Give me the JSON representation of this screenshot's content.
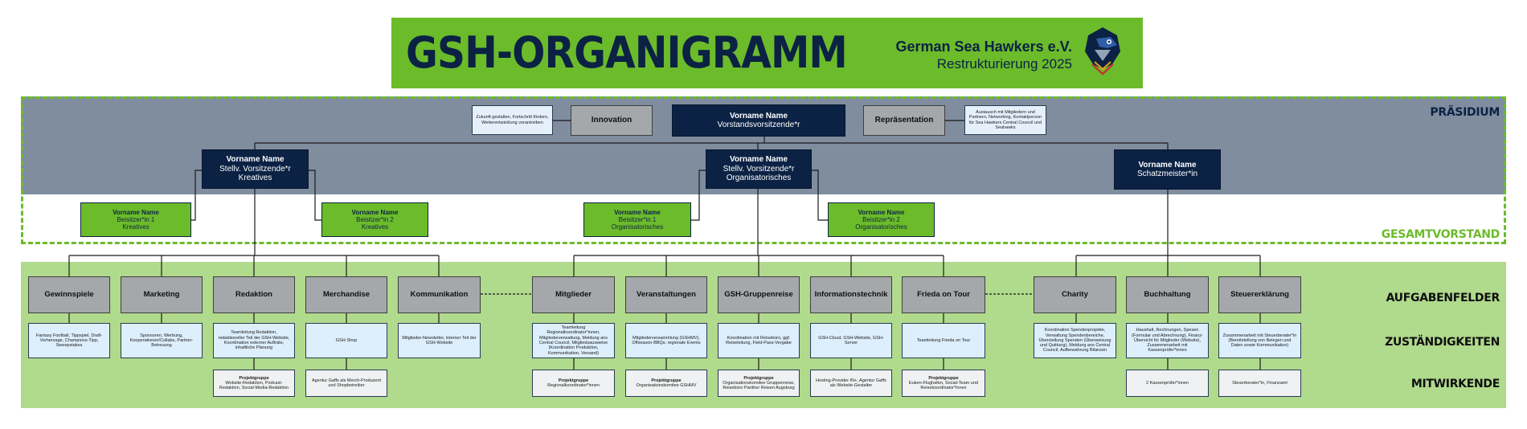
{
  "header": {
    "title": "GSH-ORGANIGRAMM",
    "org": "German Sea Hawkers e.V.",
    "subtitle": "Restrukturierung 2025",
    "logo_icon": "seahawk-logo-icon"
  },
  "sections": {
    "praesidium": "PRÄSIDIUM",
    "gesamtvorstand": "GESAMTVORSTAND",
    "aufgabenfelder": "AUFGABENFELDER",
    "zustaendigkeiten": "ZUSTÄNDIGKEITEN",
    "mitwirkende": "MITWIRKENDE"
  },
  "board": {
    "chair": {
      "name": "Vorname Name",
      "role": "Vorstandsvorsitzende*r"
    },
    "innovation": {
      "label": "Innovation",
      "note": "Zukunft gestalten, Fortschritt fördern, Weiterentwicklung vorantreiben"
    },
    "repraesentation": {
      "label": "Repräsentation",
      "note": "Austausch mit Mitgliedern und Partnern, Networking, Kontaktperson für Sea Hawkers Central Council und Seahawks"
    },
    "vice1": {
      "name": "Vorname Name",
      "role": "Stellv. Vorsitzende*r",
      "area": "Kreatives"
    },
    "vice2": {
      "name": "Vorname Name",
      "role": "Stellv. Vorsitzende*r",
      "area": "Organisatorisches"
    },
    "treasurer": {
      "name": "Vorname Name",
      "role": "Schatzmeister*in"
    }
  },
  "assessors": [
    {
      "name": "Vorname Name",
      "role": "Beisitzer*in 1",
      "area": "Kreatives"
    },
    {
      "name": "Vorname Name",
      "role": "Beisitzer*in 2",
      "area": "Kreatives"
    },
    {
      "name": "Vorname Name",
      "role": "Beisitzer*in 1",
      "area": "Organisatorisches"
    },
    {
      "name": "Vorname Name",
      "role": "Beisitzer*in 2",
      "area": "Organisatorisches"
    }
  ],
  "tasks": [
    {
      "label": "Gewinnspiele",
      "resp": "Fantasy Football, Tippspiel, Draft-Vorhersage, Champions-Tipp, Sweepstakes"
    },
    {
      "label": "Marketing",
      "resp": "Sponsoren, Werbung, Kooperationen/Collabs, Partner-Betreuung"
    },
    {
      "label": "Redaktion",
      "resp": "Teamleitung Redaktion, redaktioneller Teil der GSH-Website, Koordination externer Aufträte, inhaltliche Planung",
      "contrib_title": "Projektgruppe",
      "contrib": "Website-Redaktion, Podcast-Redaktion, Social-Media-Redaktion"
    },
    {
      "label": "Merchandise",
      "resp": "GSH-Shop",
      "contrib": "Agentur Gaffs als Merch-Produzent und Shopbetreiber"
    },
    {
      "label": "Kommunikation",
      "resp": "Mitglieder-Newsletter, interner Teil der GSH-Website"
    },
    {
      "label": "Mitglieder",
      "resp": "Teamleitung Regionalkoordinator*innen, Mitgliederverwaltung, Meldung ans Central Council, Mitgliedsausweise (Koordination Produktion, Kommunikation, Versand)",
      "contrib_title": "Projektgruppe",
      "contrib": "Regionalkoordinator*innen"
    },
    {
      "label": "Veranstaltungen",
      "resp": "Mitgliederversammlung (GSHMV), Offseason-BBQs, regionale Events",
      "contrib_title": "Projektgruppe",
      "contrib": "Organisationskomitee GSHMV"
    },
    {
      "label": "GSH-Gruppenreise",
      "resp": "Koordination mit Reisebüro, ggf. Reiseleitung, Field-Pass-Vergabe",
      "contrib_title": "Projektgruppe",
      "contrib": "Organisationskomitee Gruppenreise, Reisebüro Panther Reisen Augsburg"
    },
    {
      "label": "Informationstechnik",
      "resp": "GSH-Cloud, GSH-Website, GSH-Server",
      "contrib": "Hosting-Provider IN+, Agentur Gaffs als Website-Gestalter"
    },
    {
      "label": "Frieda on Tour",
      "resp": "Teamleitung Frieda on Tour",
      "contrib_title": "Projektgruppe",
      "contrib": "Euken-Flughafen, Social-Team und Reisekoordinator*innen"
    },
    {
      "label": "Charity",
      "resp": "Koordination Spendenprojekte, Verwaltung Spendenbereiche, Überstellung Spenden (Überweisung und Quittung), Meldung ans Central Council, Aufbewahrung Bilanzen"
    },
    {
      "label": "Buchhaltung",
      "resp": "Haushalt, Rechnungen, Spesen (Formular und Abrechnung), Finanz-Übersicht für Mitglieder (Website), Zusammenarbeit mit Kassenprüfer*innen",
      "contrib": "2 Kassenprüfer*innen"
    },
    {
      "label": "Steuererklärung",
      "resp": "Zusammenarbeit mit Steuerberater*in (Bereitstellung von Belegen und Daten sowie Kommunikation)",
      "contrib": "Steuerberater*in, Finanzamt"
    }
  ],
  "colors": {
    "navy": "#0b2244",
    "green": "#6cbb2b",
    "light_green": "#b0da8c",
    "slate": "#7f8d9f",
    "grey": "#a5a8ab"
  }
}
